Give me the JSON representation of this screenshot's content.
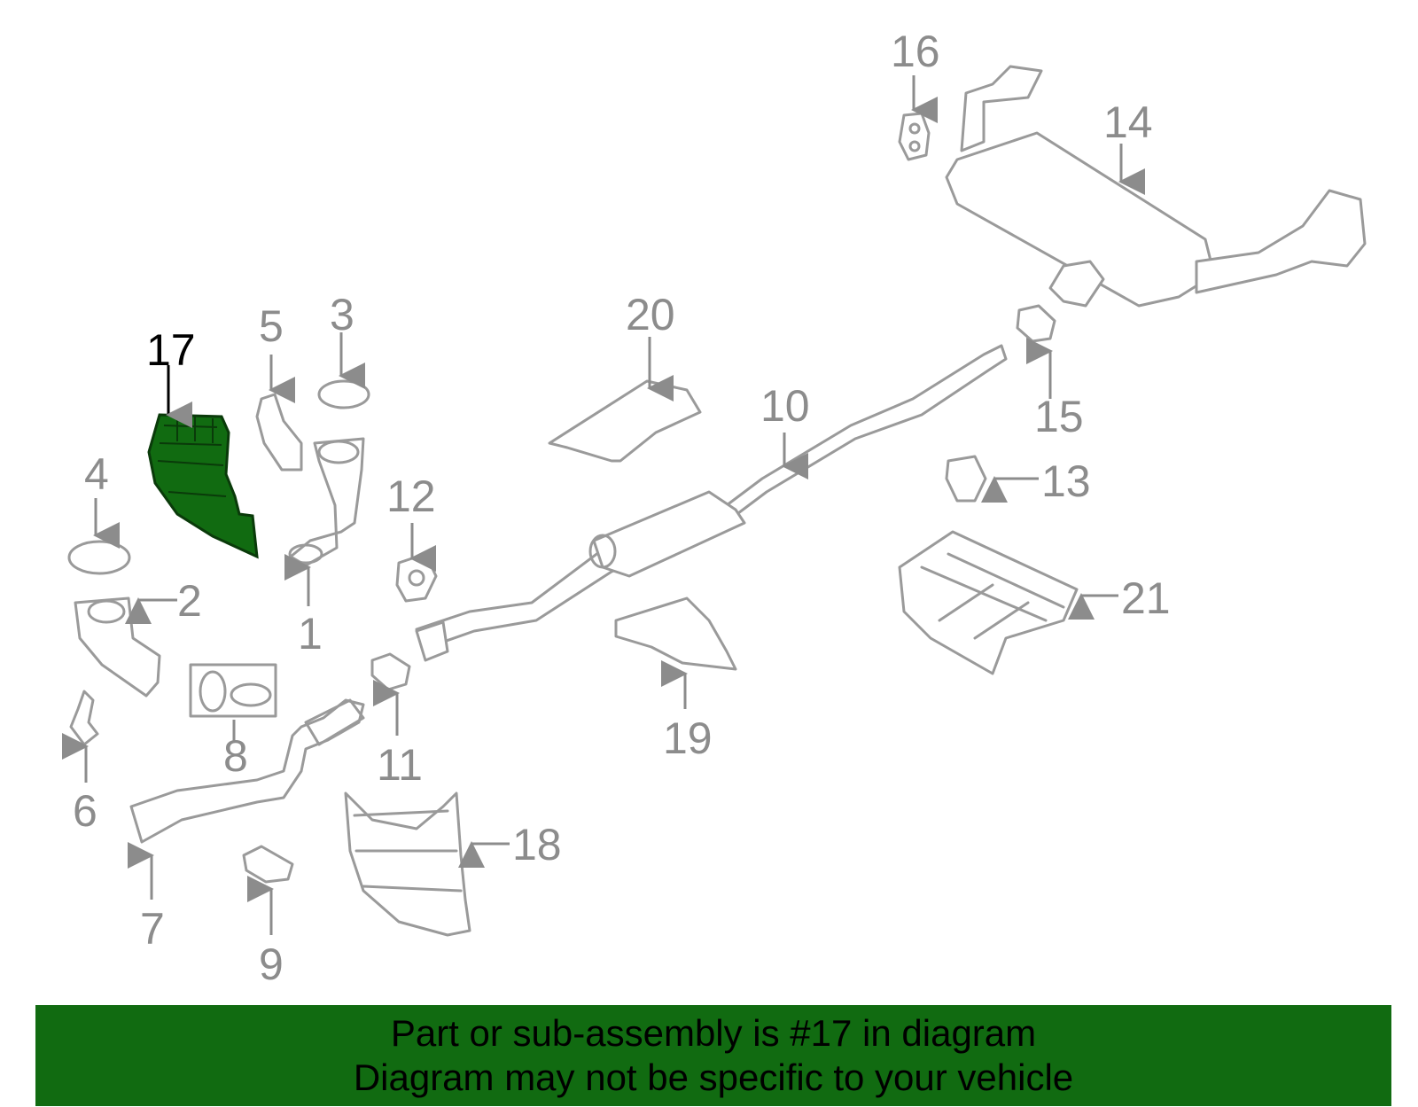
{
  "highlighted_part": "17",
  "callouts": [
    "1",
    "2",
    "3",
    "4",
    "5",
    "6",
    "7",
    "8",
    "9",
    "10",
    "11",
    "12",
    "13",
    "14",
    "15",
    "16",
    "17",
    "18",
    "19",
    "20",
    "21"
  ],
  "colors": {
    "highlight": "#116b11",
    "banner": "#116b11",
    "part_stroke": "#9a9a9a",
    "label": "#8c8c8c"
  },
  "banner": {
    "line1": "Part or sub-assembly is #17 in diagram",
    "line2": "Diagram may not be specific to your vehicle"
  }
}
